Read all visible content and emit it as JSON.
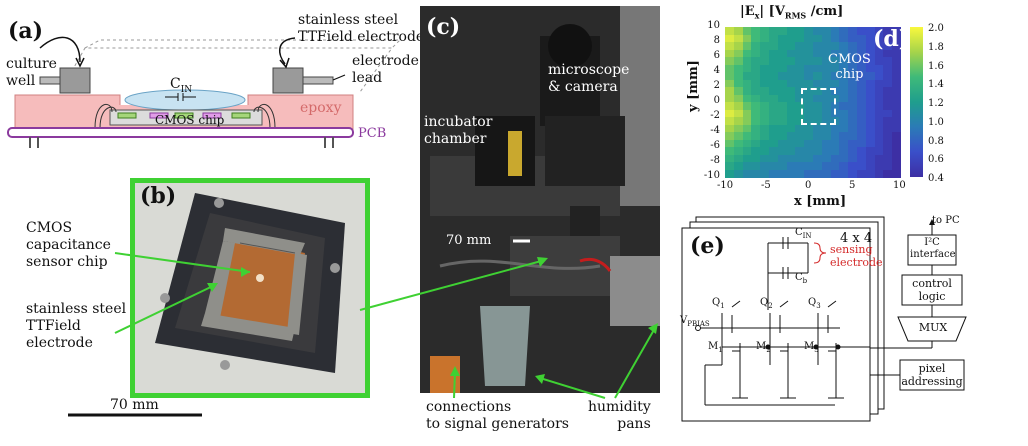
{
  "panel_a": {
    "letter": "(a)",
    "labels": {
      "culture_well": "culture\nwell",
      "electrode_title": "stainless steel\nTTField electrode",
      "electrode_lead": "electrode\nlead",
      "cin": "C",
      "cin_sub": "IN",
      "epoxy": "epoxy",
      "cmos_chip": "CMOS chip",
      "pcb": "PCB"
    }
  },
  "panel_b": {
    "letter": "(b)",
    "labels": {
      "cmos_sensor": "CMOS\ncapacitance\nsensor chip",
      "ttfield": "stainless steel\nTTField\nelectrode",
      "scalebar": "70 mm"
    }
  },
  "panel_c": {
    "letter": "(c)",
    "labels": {
      "microscope": "microscope\n& camera",
      "incubator": "incubator\nchamber",
      "scalebar": "70 mm",
      "connections": "connections\nto signal generators",
      "humidity": "humidity\npans"
    }
  },
  "panel_d": {
    "letter": "(d)",
    "title": "|E",
    "title_sub": "x",
    "title_rest": "| [V",
    "title_unit_sub": "RMS",
    "title_end": " /cm]",
    "cmos_label": "CMOS\nchip",
    "ylabel": "y [mm]",
    "xlabel": "x [mm]",
    "yticks": [
      "10",
      "8",
      "6",
      "4",
      "2",
      "0",
      "-2",
      "-4",
      "-6",
      "-8",
      "-10"
    ],
    "xticks": [
      "-10",
      "-5",
      "0",
      "5",
      "10"
    ],
    "cbticks": [
      "2.0",
      "1.8",
      "1.6",
      "1.4",
      "1.2",
      "1.0",
      "0.8",
      "0.6",
      "0.4"
    ]
  },
  "chart_data": {
    "type": "heatmap",
    "title": "|Ex| [VRMS /cm]",
    "xlabel": "x [mm]",
    "ylabel": "y [mm]",
    "xlim": [
      -10,
      10
    ],
    "ylim": [
      -10,
      10
    ],
    "clim": [
      0.3,
      2.1
    ],
    "rows": [
      [
        1.9,
        1.8,
        1.6,
        1.5,
        1.4,
        1.3,
        1.3,
        1.2,
        1.2,
        1.1,
        1.0,
        1.0,
        0.9,
        0.8,
        0.7,
        0.6,
        0.6,
        0.5,
        0.4,
        0.4
      ],
      [
        2.0,
        1.9,
        1.7,
        1.5,
        1.4,
        1.3,
        1.2,
        1.2,
        1.2,
        1.1,
        1.1,
        1.0,
        0.9,
        0.8,
        0.7,
        0.7,
        0.6,
        0.5,
        0.4,
        0.4
      ],
      [
        1.9,
        1.8,
        1.6,
        1.4,
        1.3,
        1.3,
        1.2,
        1.2,
        1.1,
        1.1,
        1.0,
        1.0,
        1.0,
        0.9,
        0.8,
        0.7,
        0.6,
        0.5,
        0.5,
        0.4
      ],
      [
        1.8,
        1.7,
        1.5,
        1.4,
        1.3,
        1.2,
        1.2,
        1.1,
        1.1,
        1.1,
        1.0,
        1.0,
        0.9,
        0.9,
        0.8,
        0.7,
        0.6,
        0.5,
        0.4,
        0.4
      ],
      [
        1.7,
        1.6,
        1.4,
        1.3,
        1.3,
        1.2,
        1.2,
        1.2,
        1.1,
        1.1,
        1.1,
        1.0,
        1.0,
        0.9,
        0.8,
        0.7,
        0.6,
        0.5,
        0.5,
        0.4
      ],
      [
        1.6,
        1.5,
        1.4,
        1.3,
        1.2,
        1.2,
        1.2,
        1.1,
        1.1,
        1.0,
        1.0,
        1.0,
        1.0,
        0.9,
        0.8,
        0.7,
        0.6,
        0.6,
        0.5,
        0.4
      ],
      [
        1.6,
        1.5,
        1.3,
        1.3,
        1.2,
        1.2,
        1.1,
        1.1,
        1.1,
        1.0,
        1.1,
        1.0,
        0.9,
        0.9,
        0.8,
        0.7,
        0.7,
        0.6,
        0.5,
        0.4
      ],
      [
        1.7,
        1.5,
        1.4,
        1.3,
        1.2,
        1.2,
        1.2,
        1.1,
        1.1,
        1.1,
        1.0,
        1.0,
        1.0,
        0.9,
        0.8,
        0.7,
        0.6,
        0.5,
        0.5,
        0.4
      ],
      [
        1.8,
        1.6,
        1.4,
        1.3,
        1.3,
        1.2,
        1.2,
        1.2,
        1.1,
        1.1,
        1.1,
        1.0,
        0.9,
        0.9,
        0.8,
        0.7,
        0.6,
        0.5,
        0.4,
        0.4
      ],
      [
        1.8,
        1.7,
        1.5,
        1.4,
        1.3,
        1.3,
        1.2,
        1.2,
        1.1,
        1.1,
        1.0,
        1.0,
        1.0,
        0.9,
        0.8,
        0.7,
        0.6,
        0.5,
        0.4,
        0.4
      ],
      [
        1.9,
        1.8,
        1.6,
        1.5,
        1.4,
        1.3,
        1.3,
        1.2,
        1.2,
        1.1,
        1.1,
        1.0,
        0.9,
        0.8,
        0.8,
        0.7,
        0.6,
        0.5,
        0.4,
        0.4
      ],
      [
        2.0,
        1.9,
        1.7,
        1.5,
        1.4,
        1.3,
        1.3,
        1.2,
        1.2,
        1.1,
        1.1,
        1.0,
        0.9,
        0.9,
        0.8,
        0.7,
        0.6,
        0.5,
        0.5,
        0.4
      ],
      [
        1.9,
        1.8,
        1.7,
        1.5,
        1.4,
        1.3,
        1.3,
        1.2,
        1.2,
        1.1,
        1.1,
        1.0,
        1.0,
        0.9,
        0.8,
        0.7,
        0.6,
        0.5,
        0.4,
        0.4
      ],
      [
        1.8,
        1.7,
        1.6,
        1.4,
        1.3,
        1.2,
        1.2,
        1.2,
        1.1,
        1.1,
        1.0,
        1.0,
        0.9,
        0.9,
        0.8,
        0.7,
        0.6,
        0.5,
        0.4,
        0.4
      ],
      [
        1.7,
        1.6,
        1.5,
        1.4,
        1.3,
        1.2,
        1.2,
        1.1,
        1.1,
        1.1,
        1.0,
        1.0,
        0.9,
        0.8,
        0.8,
        0.7,
        0.6,
        0.5,
        0.4,
        0.3
      ],
      [
        1.6,
        1.5,
        1.4,
        1.3,
        1.2,
        1.2,
        1.1,
        1.1,
        1.1,
        1.0,
        1.0,
        0.9,
        0.9,
        0.8,
        0.7,
        0.7,
        0.6,
        0.5,
        0.4,
        0.3
      ],
      [
        1.5,
        1.4,
        1.3,
        1.2,
        1.2,
        1.1,
        1.1,
        1.1,
        1.0,
        1.0,
        1.0,
        0.9,
        0.9,
        0.8,
        0.7,
        0.6,
        0.5,
        0.5,
        0.4,
        0.3
      ],
      [
        1.4,
        1.3,
        1.2,
        1.2,
        1.1,
        1.1,
        1.0,
        1.0,
        1.0,
        1.0,
        0.9,
        0.9,
        0.8,
        0.8,
        0.7,
        0.6,
        0.5,
        0.4,
        0.4,
        0.3
      ],
      [
        1.3,
        1.2,
        1.1,
        1.1,
        1.0,
        1.0,
        1.0,
        0.9,
        0.9,
        0.9,
        0.9,
        0.8,
        0.8,
        0.7,
        0.6,
        0.6,
        0.5,
        0.4,
        0.4,
        0.3
      ],
      [
        1.2,
        1.1,
        1.0,
        1.0,
        1.0,
        0.9,
        0.9,
        0.9,
        0.9,
        0.8,
        0.8,
        0.8,
        0.7,
        0.7,
        0.6,
        0.5,
        0.5,
        0.4,
        0.3,
        0.3
      ]
    ]
  },
  "panel_e": {
    "letter": "(e)",
    "grid_label": "4 x 4",
    "to_pc": "to PC",
    "i2c": "I²C\ninterface",
    "control": "control\nlogic",
    "mux": "MUX",
    "pixel": "pixel\naddressing",
    "cin": "C",
    "cin_sub": "IN",
    "cb": "C",
    "cb_sub": "b",
    "sensing": "sensing\nelectrode",
    "vpbias": "V",
    "vpbias_sub": "PBIAS",
    "q1": "Q",
    "q1_sub": "1",
    "q2": "Q",
    "q2_sub": "2",
    "q3": "Q",
    "q3_sub": "3",
    "m1": "M",
    "m1_sub": "1",
    "m2": "M",
    "m2_sub": "2",
    "m3": "M",
    "m3_sub": "3"
  },
  "colors": {
    "epoxy": "#f4b6b6",
    "pcb": "#8b3a9e",
    "green_frame": "#39d12e",
    "sensing_red": "#d42a2a"
  }
}
